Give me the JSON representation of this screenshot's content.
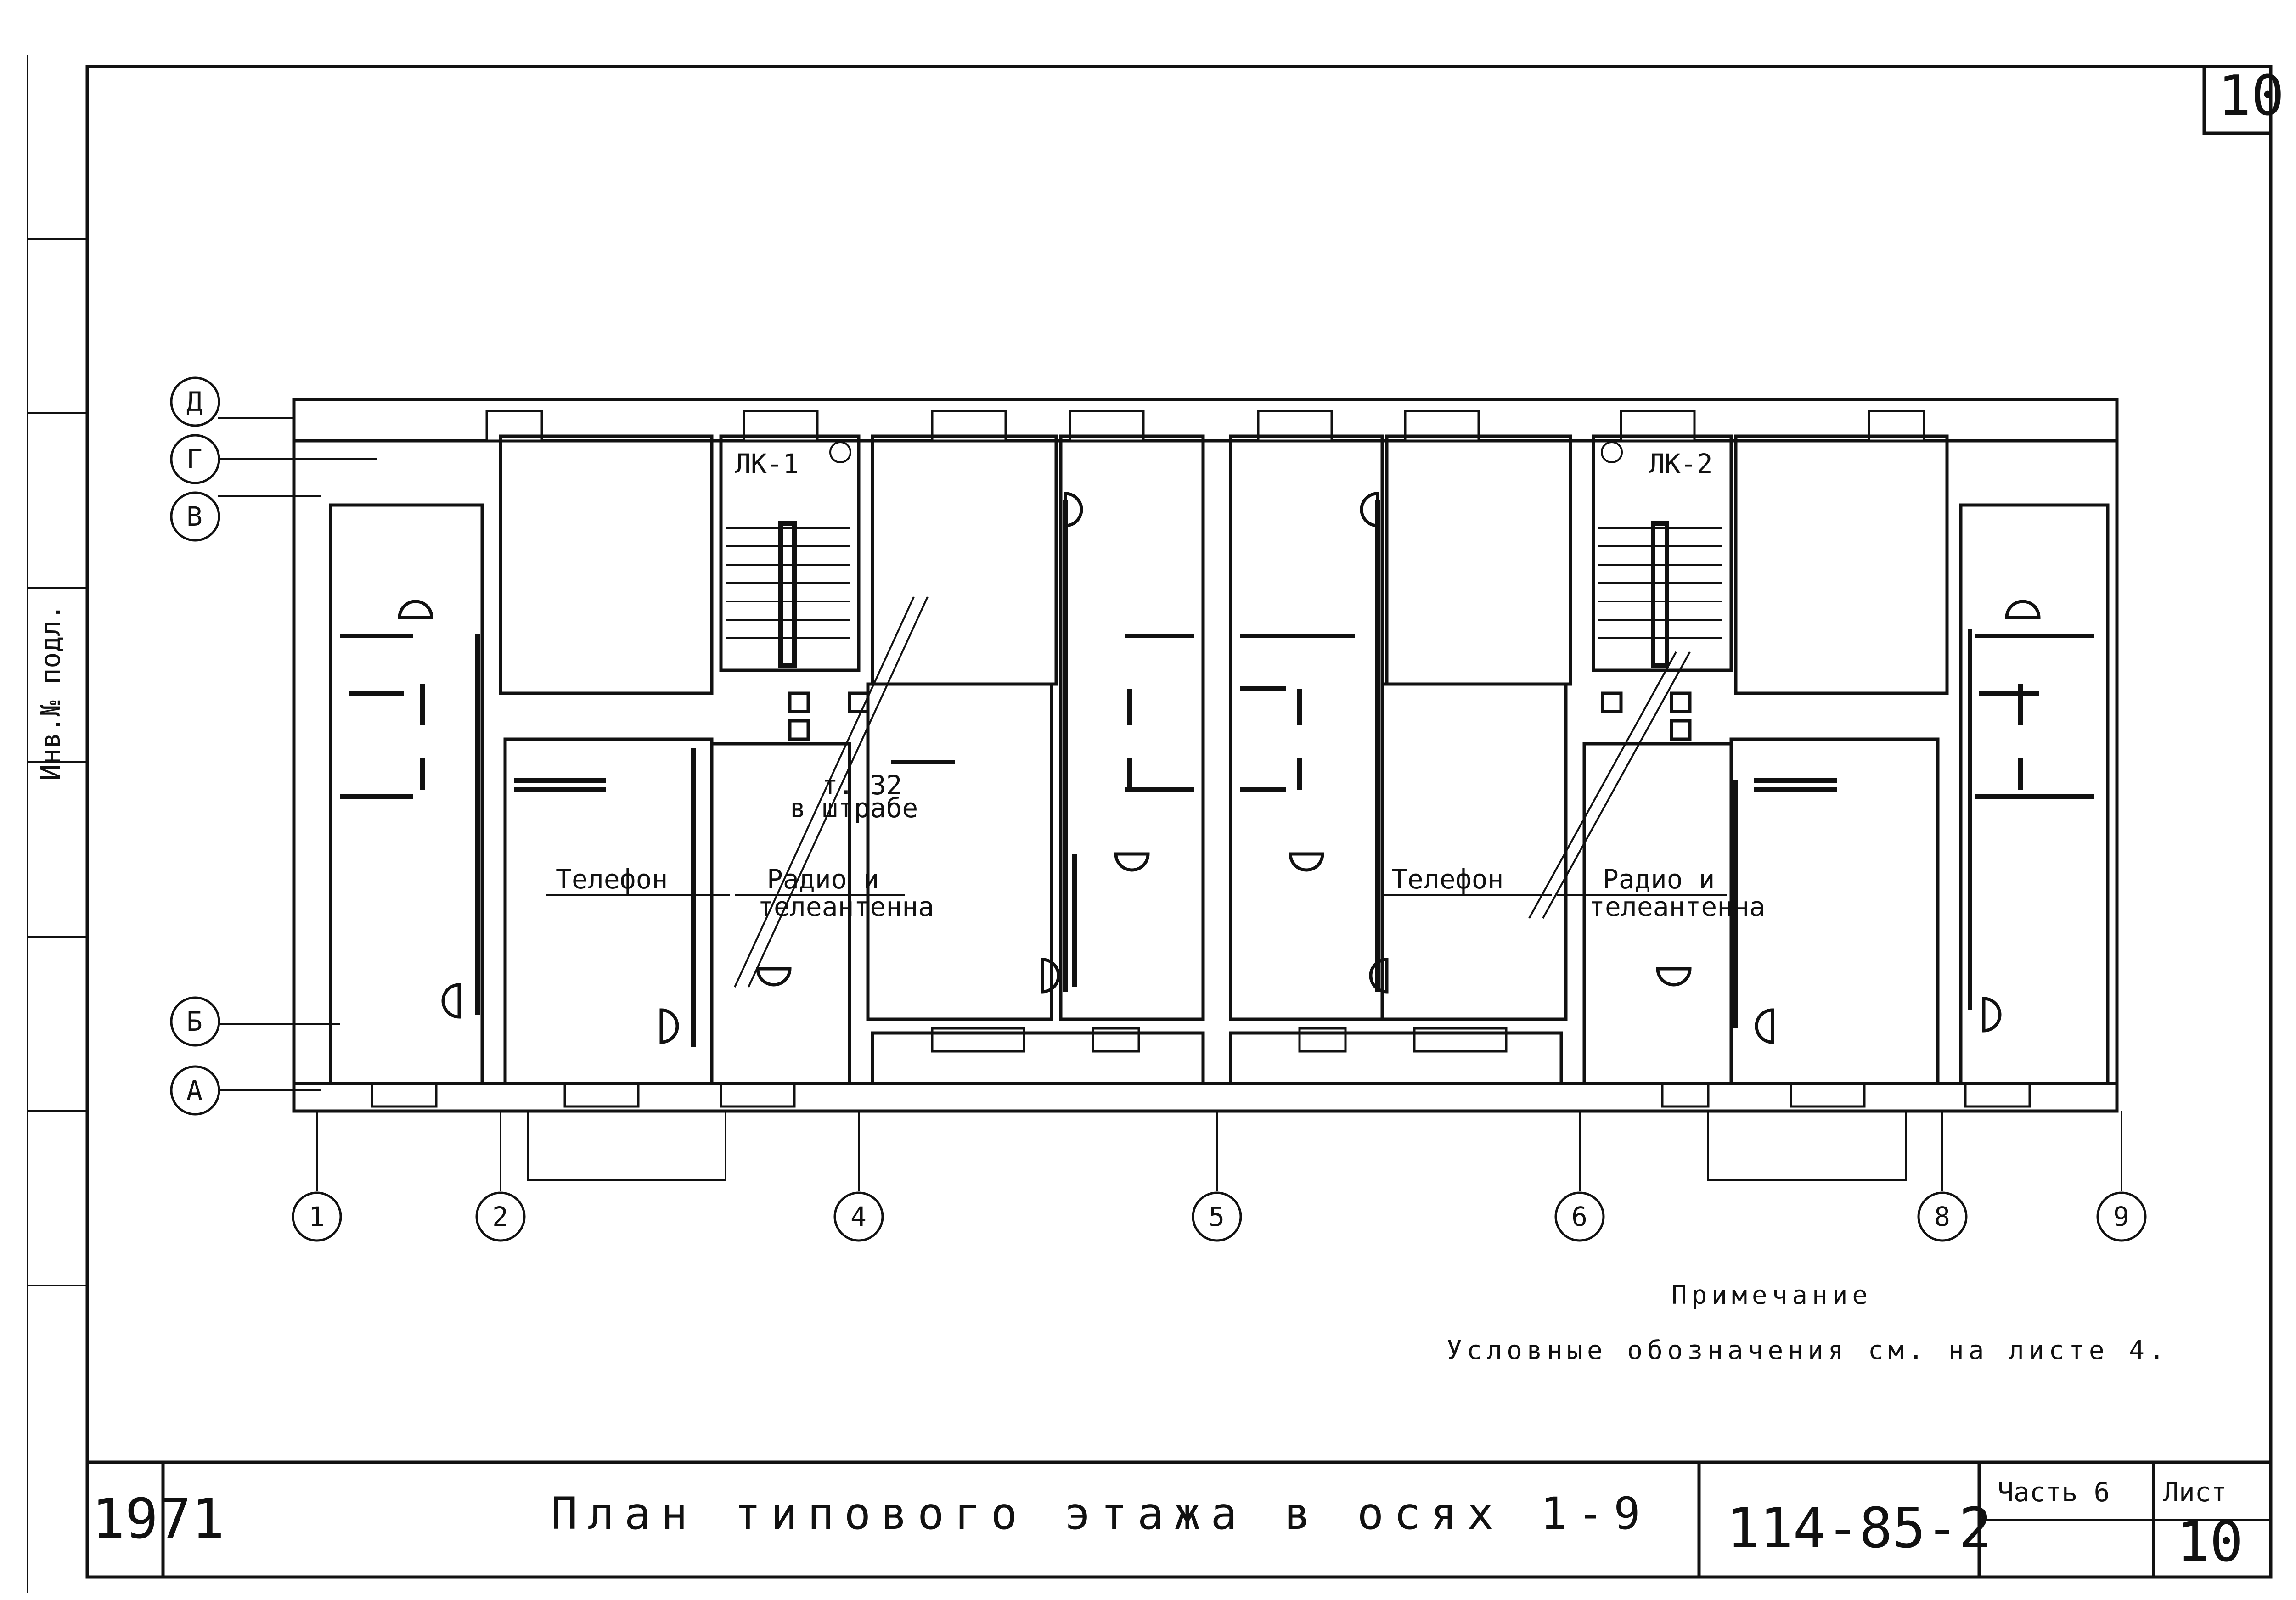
{
  "sheet": {
    "corner_number": "10",
    "year": "1971",
    "title": "План типового этажа в осях 1-9",
    "project_code": "114-85-2",
    "part_label": "Часть 6",
    "sheet_label": "Лист",
    "sheet_number": "10"
  },
  "plan": {
    "stair_labels": [
      "ЛК-1",
      "ЛК-2"
    ],
    "row_axes": [
      "Д",
      "Г",
      "В",
      "Б",
      "А"
    ],
    "column_axes": [
      "1",
      "2",
      "4",
      "5",
      "6",
      "8",
      "9"
    ],
    "annotations": {
      "telephone": "Телефон",
      "radio_tv_line1": "Радио и",
      "radio_tv_line2": "телеантенна",
      "point_ref": "т. 32",
      "in_groove": "в штрабе"
    }
  },
  "note": {
    "heading": "Примечание",
    "text": "Условные обозначения см. на листе 4."
  },
  "margin_stamp": "Инв.№ подл."
}
